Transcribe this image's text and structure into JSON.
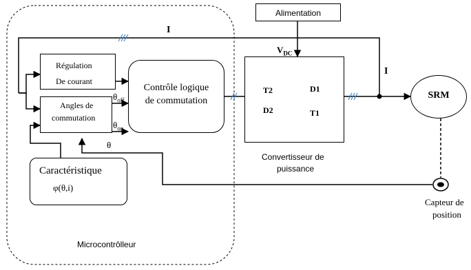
{
  "supply": {
    "label": "Alimentation"
  },
  "vdc": {
    "main": "V",
    "sub": "DC"
  },
  "current_top": "I",
  "current_right": "I",
  "regulation": {
    "line1": "Régulation",
    "line2": "De courant"
  },
  "angles": {
    "line1": "Angles de",
    "line2": "commutation"
  },
  "theta_off": {
    "main": "θ",
    "sub": "off"
  },
  "theta_on": {
    "main": "θ",
    "sub": "on"
  },
  "theta": "θ",
  "logic": {
    "line1": "Contrôle logique",
    "line2": "de commutation"
  },
  "characteristic": {
    "line1": "Caractéristique",
    "line2": "φ(θ,i)"
  },
  "microcontroller": "Microcontrôlleur",
  "converter": {
    "T2": "T2",
    "D2": "D2",
    "D1": "D1",
    "T1": "T1",
    "caption1": "Convertisseur de",
    "caption2": "puissance"
  },
  "motor": "SRM",
  "sensor": {
    "line1": "Capteur de",
    "line2": "position"
  },
  "colors": {
    "line": "#000000",
    "bus_tick": "#4a86c8"
  }
}
